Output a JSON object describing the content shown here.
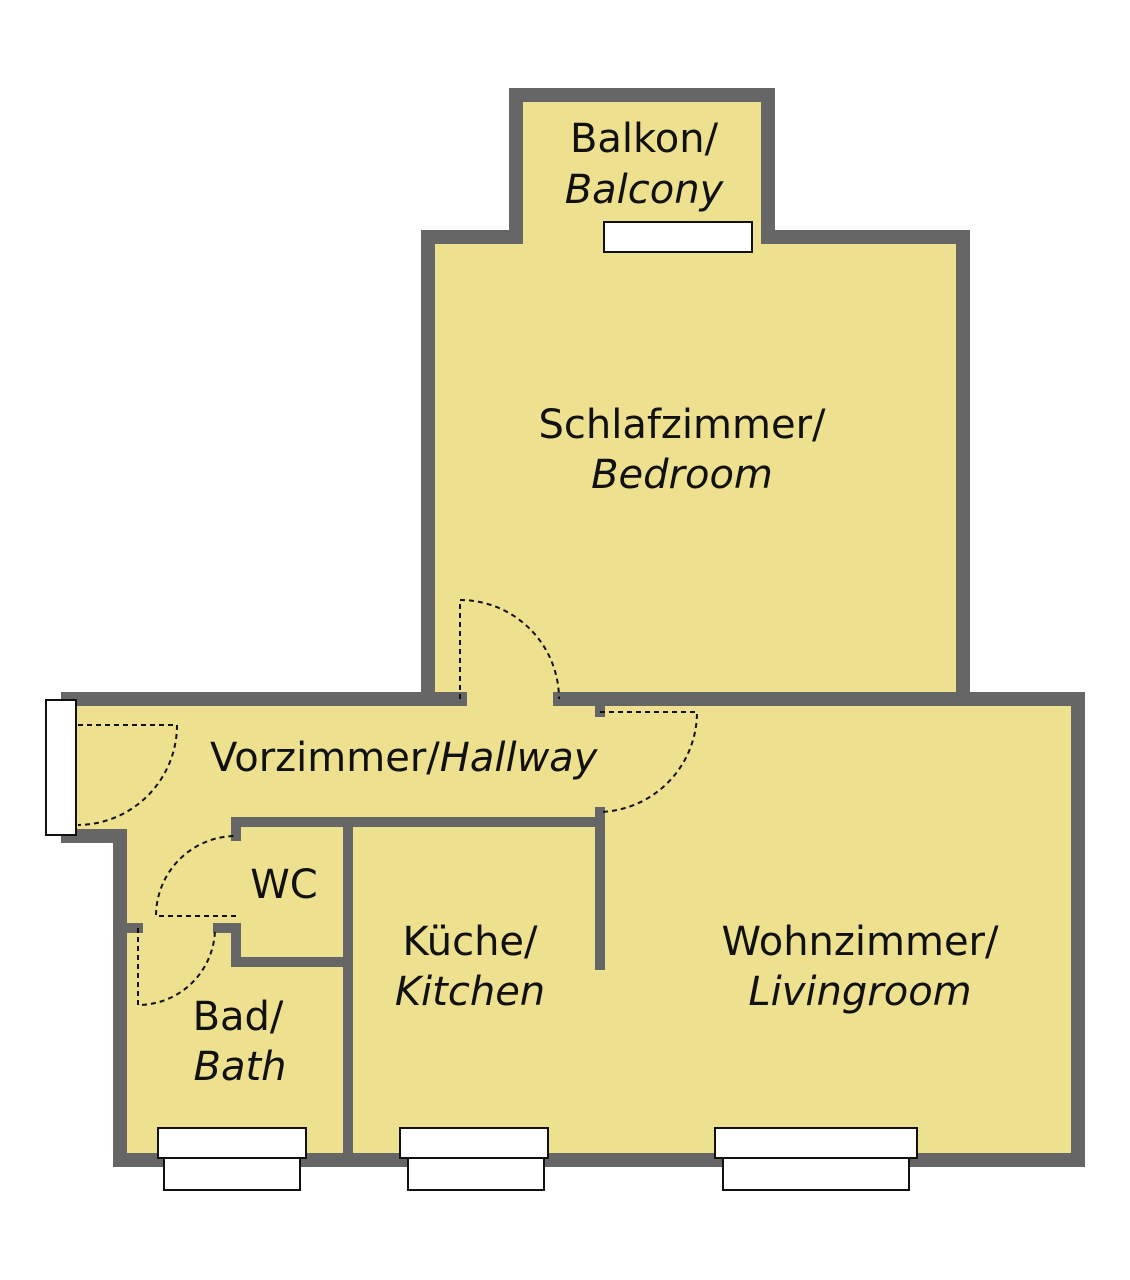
{
  "colors": {
    "room_fill": "#ede08f",
    "wall": "#666666",
    "window": "#ffffff",
    "background": "#ffffff"
  },
  "rooms": {
    "balcony": {
      "de": "Balkon/",
      "en": "Balcony"
    },
    "bedroom": {
      "de": "Schlafzimmer/",
      "en": "Bedroom"
    },
    "hallway": {
      "de": "Vorzimmer/",
      "en": "Hallway"
    },
    "wc": {
      "de": "WC"
    },
    "bath": {
      "de": "Bad/",
      "en": "Bath"
    },
    "kitchen": {
      "de": "Küche/",
      "en": "Kitchen"
    },
    "livingroom": {
      "de": "Wohnzimmer/",
      "en": "Livingroom"
    }
  }
}
